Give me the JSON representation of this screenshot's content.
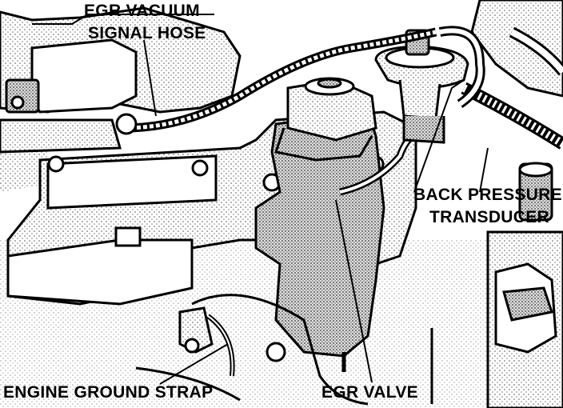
{
  "labels": {
    "egr_vacuum_line1": "EGR VACUUM",
    "egr_vacuum_line2": "SIGNAL HOSE",
    "back_pressure_line1": "BACK PRESSURE",
    "back_pressure_line2": "TRANSDUCER",
    "engine_ground_strap": "ENGINE GROUND STRAP",
    "egr_valve": "EGR VALVE"
  },
  "colors": {
    "ink": "#000000",
    "paper": "#ffffff",
    "shade": "#9a9a9a"
  }
}
